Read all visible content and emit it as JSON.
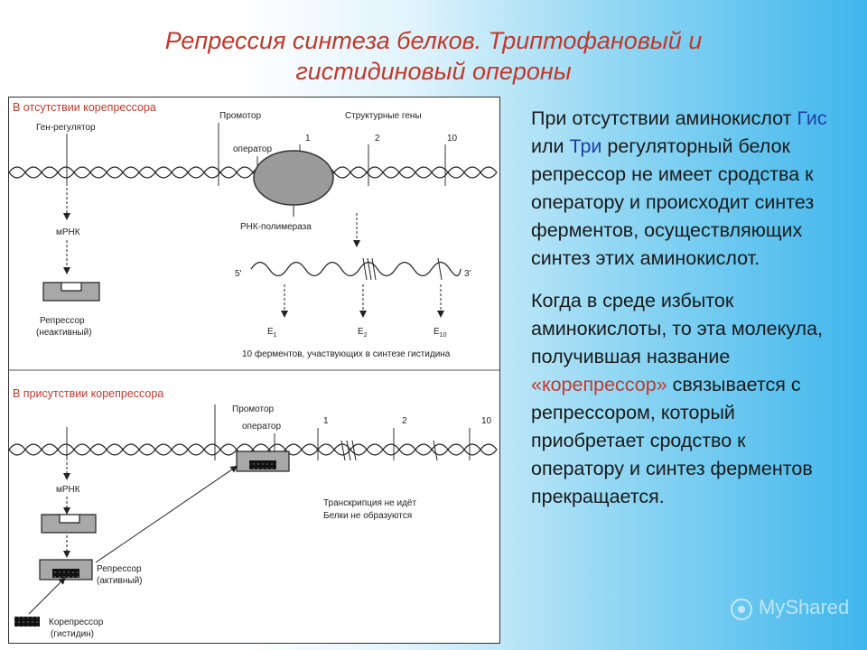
{
  "title": {
    "line1": "Репрессия синтеза белков. Триптофановый и",
    "line2": "гистидиновый опероны"
  },
  "diagram": {
    "top": {
      "heading": "В отсутствии корепрессора",
      "gene_regulator": "Ген-регулятор",
      "promoter": "Промотор",
      "structural_genes": "Структурные гены",
      "operator": "оператор",
      "gene_1": "1",
      "gene_2": "2",
      "gene_10": "10",
      "mrna": "мРНК",
      "rna_polymerase": "РНК-полимераза",
      "five_prime": "5'",
      "three_prime": "3'",
      "repressor_line1": "Репрессор",
      "repressor_line2": "(неактивный)",
      "e1": "E",
      "e1_sub": "1",
      "e2": "E",
      "e2_sub": "2",
      "e10": "E",
      "e10_sub": "10",
      "enzymes": "10 ферментов, участвующих в синтезе гистидина"
    },
    "bottom": {
      "heading": "В присутствии корепрессора",
      "promoter": "Промотор",
      "operator": "оператор",
      "gene_1": "1",
      "gene_2": "2",
      "gene_10": "10",
      "mrna": "мРНК",
      "no_transcription_line1": "Транскрипция не идёт",
      "no_transcription_line2": "Белки не образуются",
      "repressor_line1": "Репрессор",
      "repressor_line2": "(активный)",
      "corepressor_line1": "Корепрессор",
      "corepressor_line2": "(гистидин)"
    }
  },
  "text": {
    "p1_a": "При отсутствии аминокислот ",
    "p1_gis": "Гис",
    "p1_b": " или ",
    "p1_tri": "Три",
    "p1_c": " регуляторный белок репрессор не имеет сродства к оператору и происходит синтез ферментов, осуществляющих синтез этих аминокислот.",
    "p2_a": "Когда в среде избыток аминокислоты, то эта молекула, получившая название ",
    "p2_corep": "«корепрессор»",
    "p2_b": " связывается с репрессором, который приобретает сродство к оператору и синтез ферментов прекращается."
  },
  "watermark": "MyShared",
  "colors": {
    "title": "#c0392b",
    "accent_blue": "#1f3fa8",
    "accent_red": "#c0392b",
    "body_text": "#1a1a1a"
  }
}
